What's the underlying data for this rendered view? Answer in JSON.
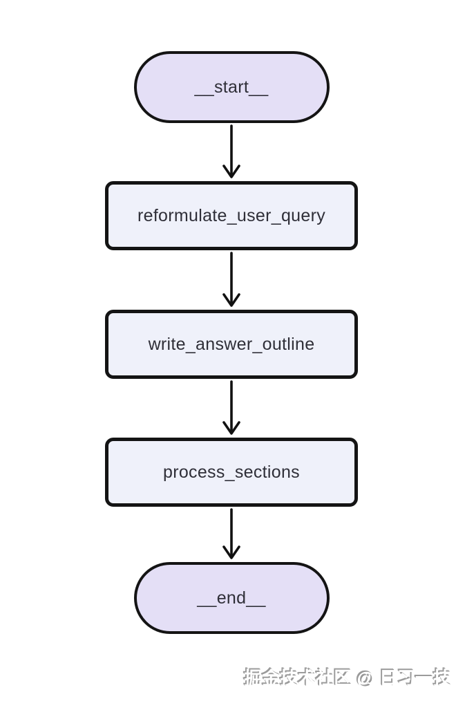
{
  "diagram": {
    "type": "flowchart",
    "direction": "top-down",
    "nodes": [
      {
        "id": "start",
        "label": "__start__",
        "shape": "stadium",
        "fill": "#e4dff6"
      },
      {
        "id": "reformulate_user_query",
        "label": "reformulate_user_query",
        "shape": "rect",
        "fill": "#eff1fa"
      },
      {
        "id": "write_answer_outline",
        "label": "write_answer_outline",
        "shape": "rect",
        "fill": "#eff1fa"
      },
      {
        "id": "process_sections",
        "label": "process_sections",
        "shape": "rect",
        "fill": "#eff1fa"
      },
      {
        "id": "end",
        "label": "__end__",
        "shape": "stadium",
        "fill": "#e4dff6"
      }
    ],
    "edges": [
      {
        "from": "start",
        "to": "reformulate_user_query"
      },
      {
        "from": "reformulate_user_query",
        "to": "write_answer_outline"
      },
      {
        "from": "write_answer_outline",
        "to": "process_sections"
      },
      {
        "from": "process_sections",
        "to": "end"
      }
    ],
    "colors": {
      "background": "#ffffff",
      "node_border": "#141414",
      "stadium_fill": "#e4dff6",
      "rect_fill": "#eff1fa",
      "text": "#2f2f38",
      "arrow": "#111111"
    }
  },
  "watermark": {
    "text": "掘金技术社区 @ 日习一技"
  }
}
